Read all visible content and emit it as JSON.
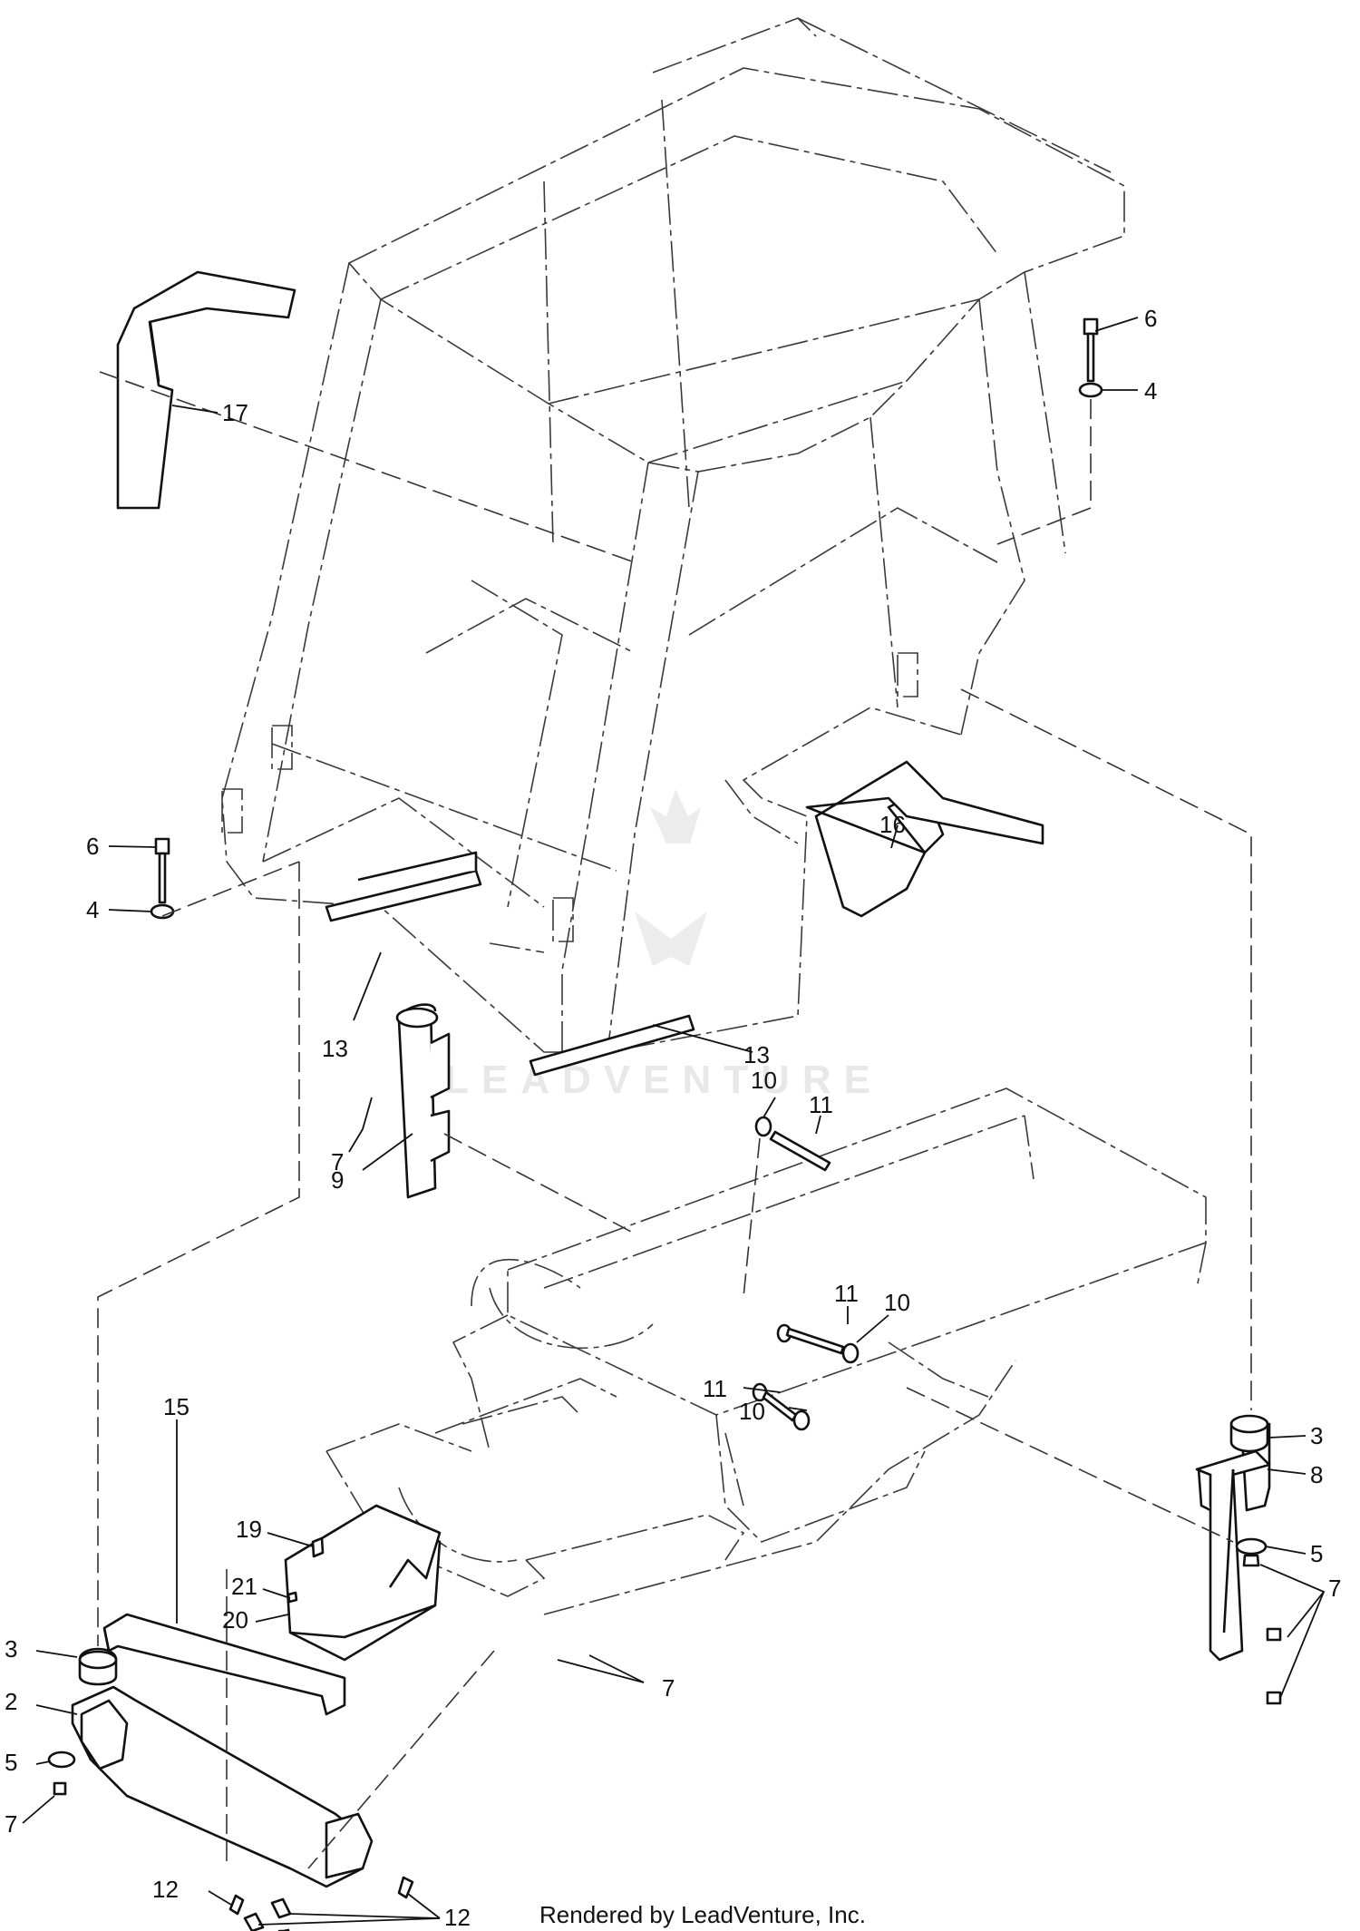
{
  "watermark": "LEADVENTURE",
  "footer": {
    "credit": "Rendered by LeadVenture, Inc."
  },
  "callouts": {
    "c17": "17",
    "c6a": "6",
    "c4a": "4",
    "c6b": "6",
    "c4b": "4",
    "c16": "16",
    "c13a": "13",
    "c13b": "13",
    "c7a": "7",
    "c9": "9",
    "c10a": "10",
    "c11a": "11",
    "c11b": "11",
    "c10b": "10",
    "c11c": "11",
    "c10c": "10",
    "c3a": "3",
    "c8": "8",
    "c5a": "5",
    "c7b": "7",
    "c19": "19",
    "c15": "15",
    "c21": "21",
    "c20": "20",
    "c7c": "7",
    "c3b": "3",
    "c2": "2",
    "c5b": "5",
    "c7d": "7",
    "c12a": "12",
    "c12b": "12"
  },
  "colors": {
    "line": "#1a1a1a",
    "background": "#ffffff",
    "watermark": "#e8e8e8"
  }
}
